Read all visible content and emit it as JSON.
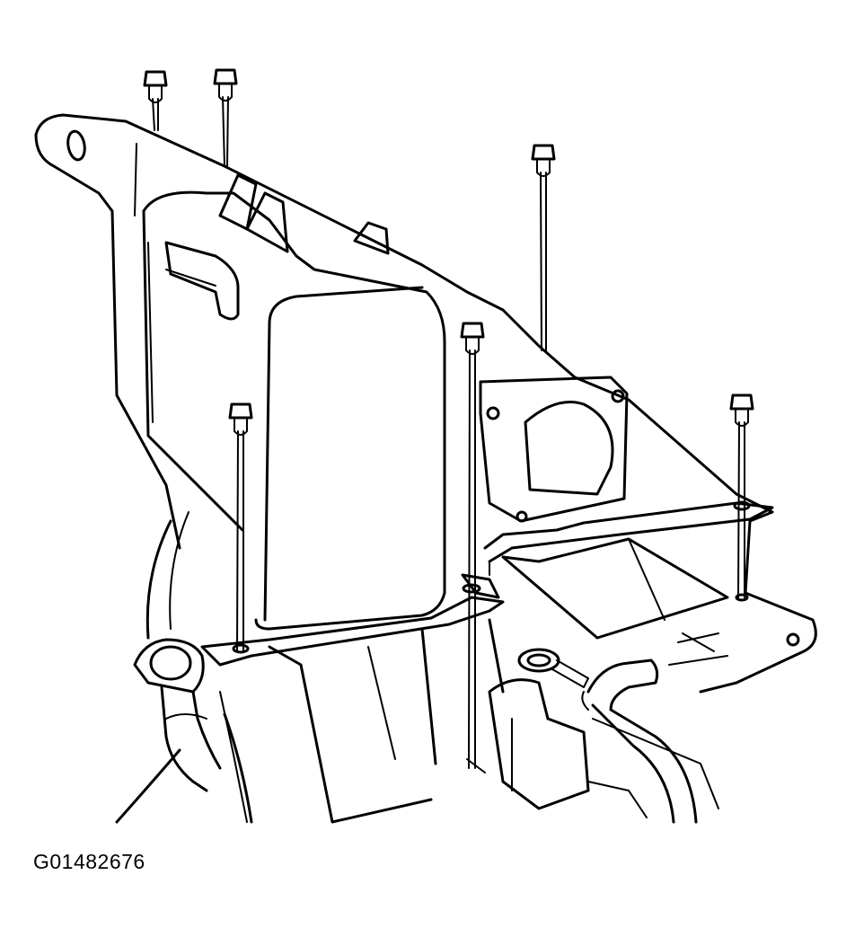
{
  "figure": {
    "id_label": "G01482676"
  },
  "colors": {
    "line": "#000000",
    "background": "#ffffff"
  },
  "parts": {
    "bolt_count": 6,
    "components": [
      "air-cleaner-housing",
      "resonator-box",
      "throttle-body-flange",
      "mounting-bracket",
      "hoses",
      "bolts"
    ]
  }
}
